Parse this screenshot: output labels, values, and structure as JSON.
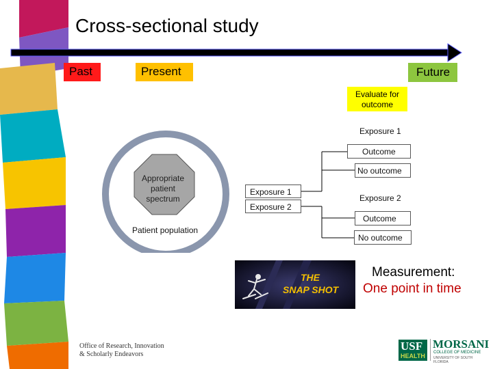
{
  "slide": {
    "title": "Cross-sectional study",
    "timeline": {
      "past": "Past",
      "present": "Present",
      "future": "Future"
    },
    "evaluate": {
      "line1": "Evaluate for",
      "line2": "outcome"
    },
    "population": {
      "outer_label": "Patient population",
      "inner_line1": "Appropriate",
      "inner_line2": "patient",
      "inner_line3": "spectrum"
    },
    "groups": {
      "exposure1": "Exposure 1",
      "exposure2": "Exposure 2"
    },
    "branch1": {
      "label": "Exposure 1",
      "outcome": "Outcome",
      "no_outcome": "No outcome"
    },
    "branch2": {
      "label": "Exposure 2",
      "outcome": "Outcome",
      "no_outcome": "No outcome"
    },
    "snapshot": {
      "line1": "THE",
      "line2": "SNAP SHOT"
    },
    "measurement": {
      "line1": "Measurement:",
      "line2": "One point in time"
    },
    "footer": {
      "office_line1": "Office of Research, Innovation",
      "office_line2": "& Scholarly Endeavors",
      "logo_usf": "USF",
      "logo_health": "HEALTH",
      "logo_morsani": "MORSANI",
      "logo_college": "COLLEGE OF MEDICINE",
      "logo_univ": "UNIVERSITY OF SOUTH FLORIDA"
    }
  },
  "colors": {
    "past": "#ff1a1a",
    "present": "#ffc000",
    "future": "#8dc63f",
    "evaluate": "#ffff00",
    "measurement_accent": "#c00000",
    "usf_green": "#006747"
  },
  "icons": {
    "timeline": "arrow-right-icon",
    "snapshot": "skier-icon"
  }
}
